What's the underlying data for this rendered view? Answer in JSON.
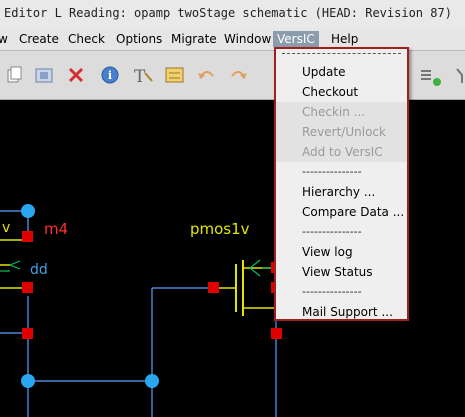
{
  "window": {
    "title": "Editor L Reading: opamp twoStage schematic (HEAD: Revision 87)"
  },
  "menubar": {
    "items": [
      "View",
      "Create",
      "Check",
      "Options",
      "Migrate",
      "Window",
      "VersIC",
      "Help"
    ],
    "visible_labels": [
      "w",
      "Create",
      "Check",
      "Options",
      "Migrate",
      "Window",
      "VersIC",
      "Help"
    ],
    "active": "VersIC"
  },
  "toolbar": {
    "icons": [
      "copy-icon",
      "stretch-icon",
      "delete-icon",
      "info-icon",
      "text-icon",
      "swap-icon",
      "undo-icon",
      "redo-icon",
      "pin-icon",
      "wire-icon"
    ]
  },
  "schematic": {
    "labels": {
      "m4": "m4",
      "pmos": "pmos1v",
      "v_left": "v",
      "dd": "dd"
    },
    "colors": {
      "wire": "#5aa0ff",
      "pin": "#e00000",
      "node": "#2aa6f0",
      "device": "#e5e500",
      "label_red": "#ff3030",
      "label_cyan": "#40a0e0",
      "device_green": "#00c060"
    }
  },
  "versic_menu": {
    "top_separator": "",
    "items": [
      {
        "label": "Update",
        "enabled": true
      },
      {
        "label": "Checkout",
        "enabled": true
      },
      {
        "label": "Checkin ...",
        "enabled": false
      },
      {
        "label": "Revert/Unlock",
        "enabled": false
      },
      {
        "label": "Add to VersIC",
        "enabled": false
      },
      {
        "label": "---------------",
        "separator": true
      },
      {
        "label": "Hierarchy ...",
        "enabled": true
      },
      {
        "label": "Compare Data ...",
        "enabled": true
      },
      {
        "label": "---------------",
        "separator": true
      },
      {
        "label": "View log",
        "enabled": true
      },
      {
        "label": "View Status",
        "enabled": true
      },
      {
        "label": "---------------",
        "separator": true
      },
      {
        "label": "Mail Support ...",
        "enabled": true
      }
    ]
  }
}
